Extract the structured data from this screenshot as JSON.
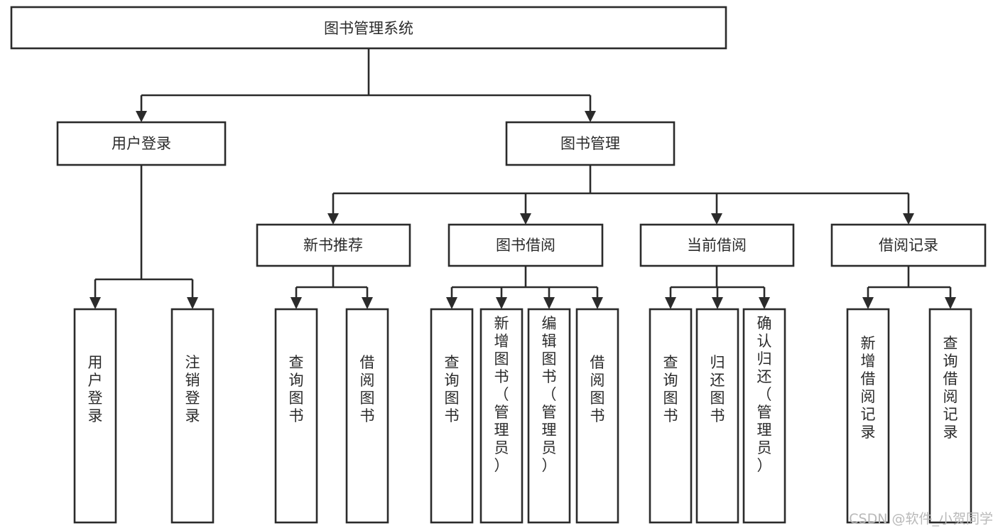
{
  "diagram": {
    "title": "图书管理系统",
    "type": "tree",
    "orientation": "top-down",
    "arrow_style": "filled-triangle",
    "box_fill": "#ffffff",
    "box_stroke": "#2b2b2b",
    "background": "#ffffff"
  },
  "watermark": {
    "text": "CSDN @软件_小贺同学",
    "color": "#b9b9b9"
  },
  "nodes": {
    "root": {
      "label": "图书管理系统"
    },
    "level2": [
      {
        "id": "user-login",
        "label": "用户登录"
      },
      {
        "id": "book-manage",
        "label": "图书管理"
      }
    ],
    "level3": [
      {
        "id": "new-book-rec",
        "label": "新书推荐"
      },
      {
        "id": "book-borrow",
        "label": "图书借阅"
      },
      {
        "id": "current-borrow",
        "label": "当前借阅"
      },
      {
        "id": "borrow-record",
        "label": "借阅记录"
      }
    ],
    "leaves": {
      "user-login": [
        {
          "id": "leaf-user-login",
          "label": "用户登录"
        },
        {
          "id": "leaf-logout-login",
          "label": "注销登录"
        }
      ],
      "new-book-rec": [
        {
          "id": "leaf-query-book-1",
          "label": "查询图书"
        },
        {
          "id": "leaf-borrow-book-1",
          "label": "借阅图书"
        }
      ],
      "book-borrow": [
        {
          "id": "leaf-query-book-2",
          "label": "查询图书"
        },
        {
          "id": "leaf-add-book",
          "label": "新增图书（管理员）"
        },
        {
          "id": "leaf-edit-book",
          "label": "编辑图书（管理员）"
        },
        {
          "id": "leaf-borrow-book-2",
          "label": "借阅图书"
        }
      ],
      "current-borrow": [
        {
          "id": "leaf-query-book-3",
          "label": "查询图书"
        },
        {
          "id": "leaf-return-book",
          "label": "归还图书"
        },
        {
          "id": "leaf-confirm-return",
          "label": "确认归还（管理员）"
        }
      ],
      "borrow-record": [
        {
          "id": "leaf-add-record",
          "label": "新增借阅记录"
        },
        {
          "id": "leaf-query-record",
          "label": "查询借阅记录"
        }
      ]
    }
  }
}
